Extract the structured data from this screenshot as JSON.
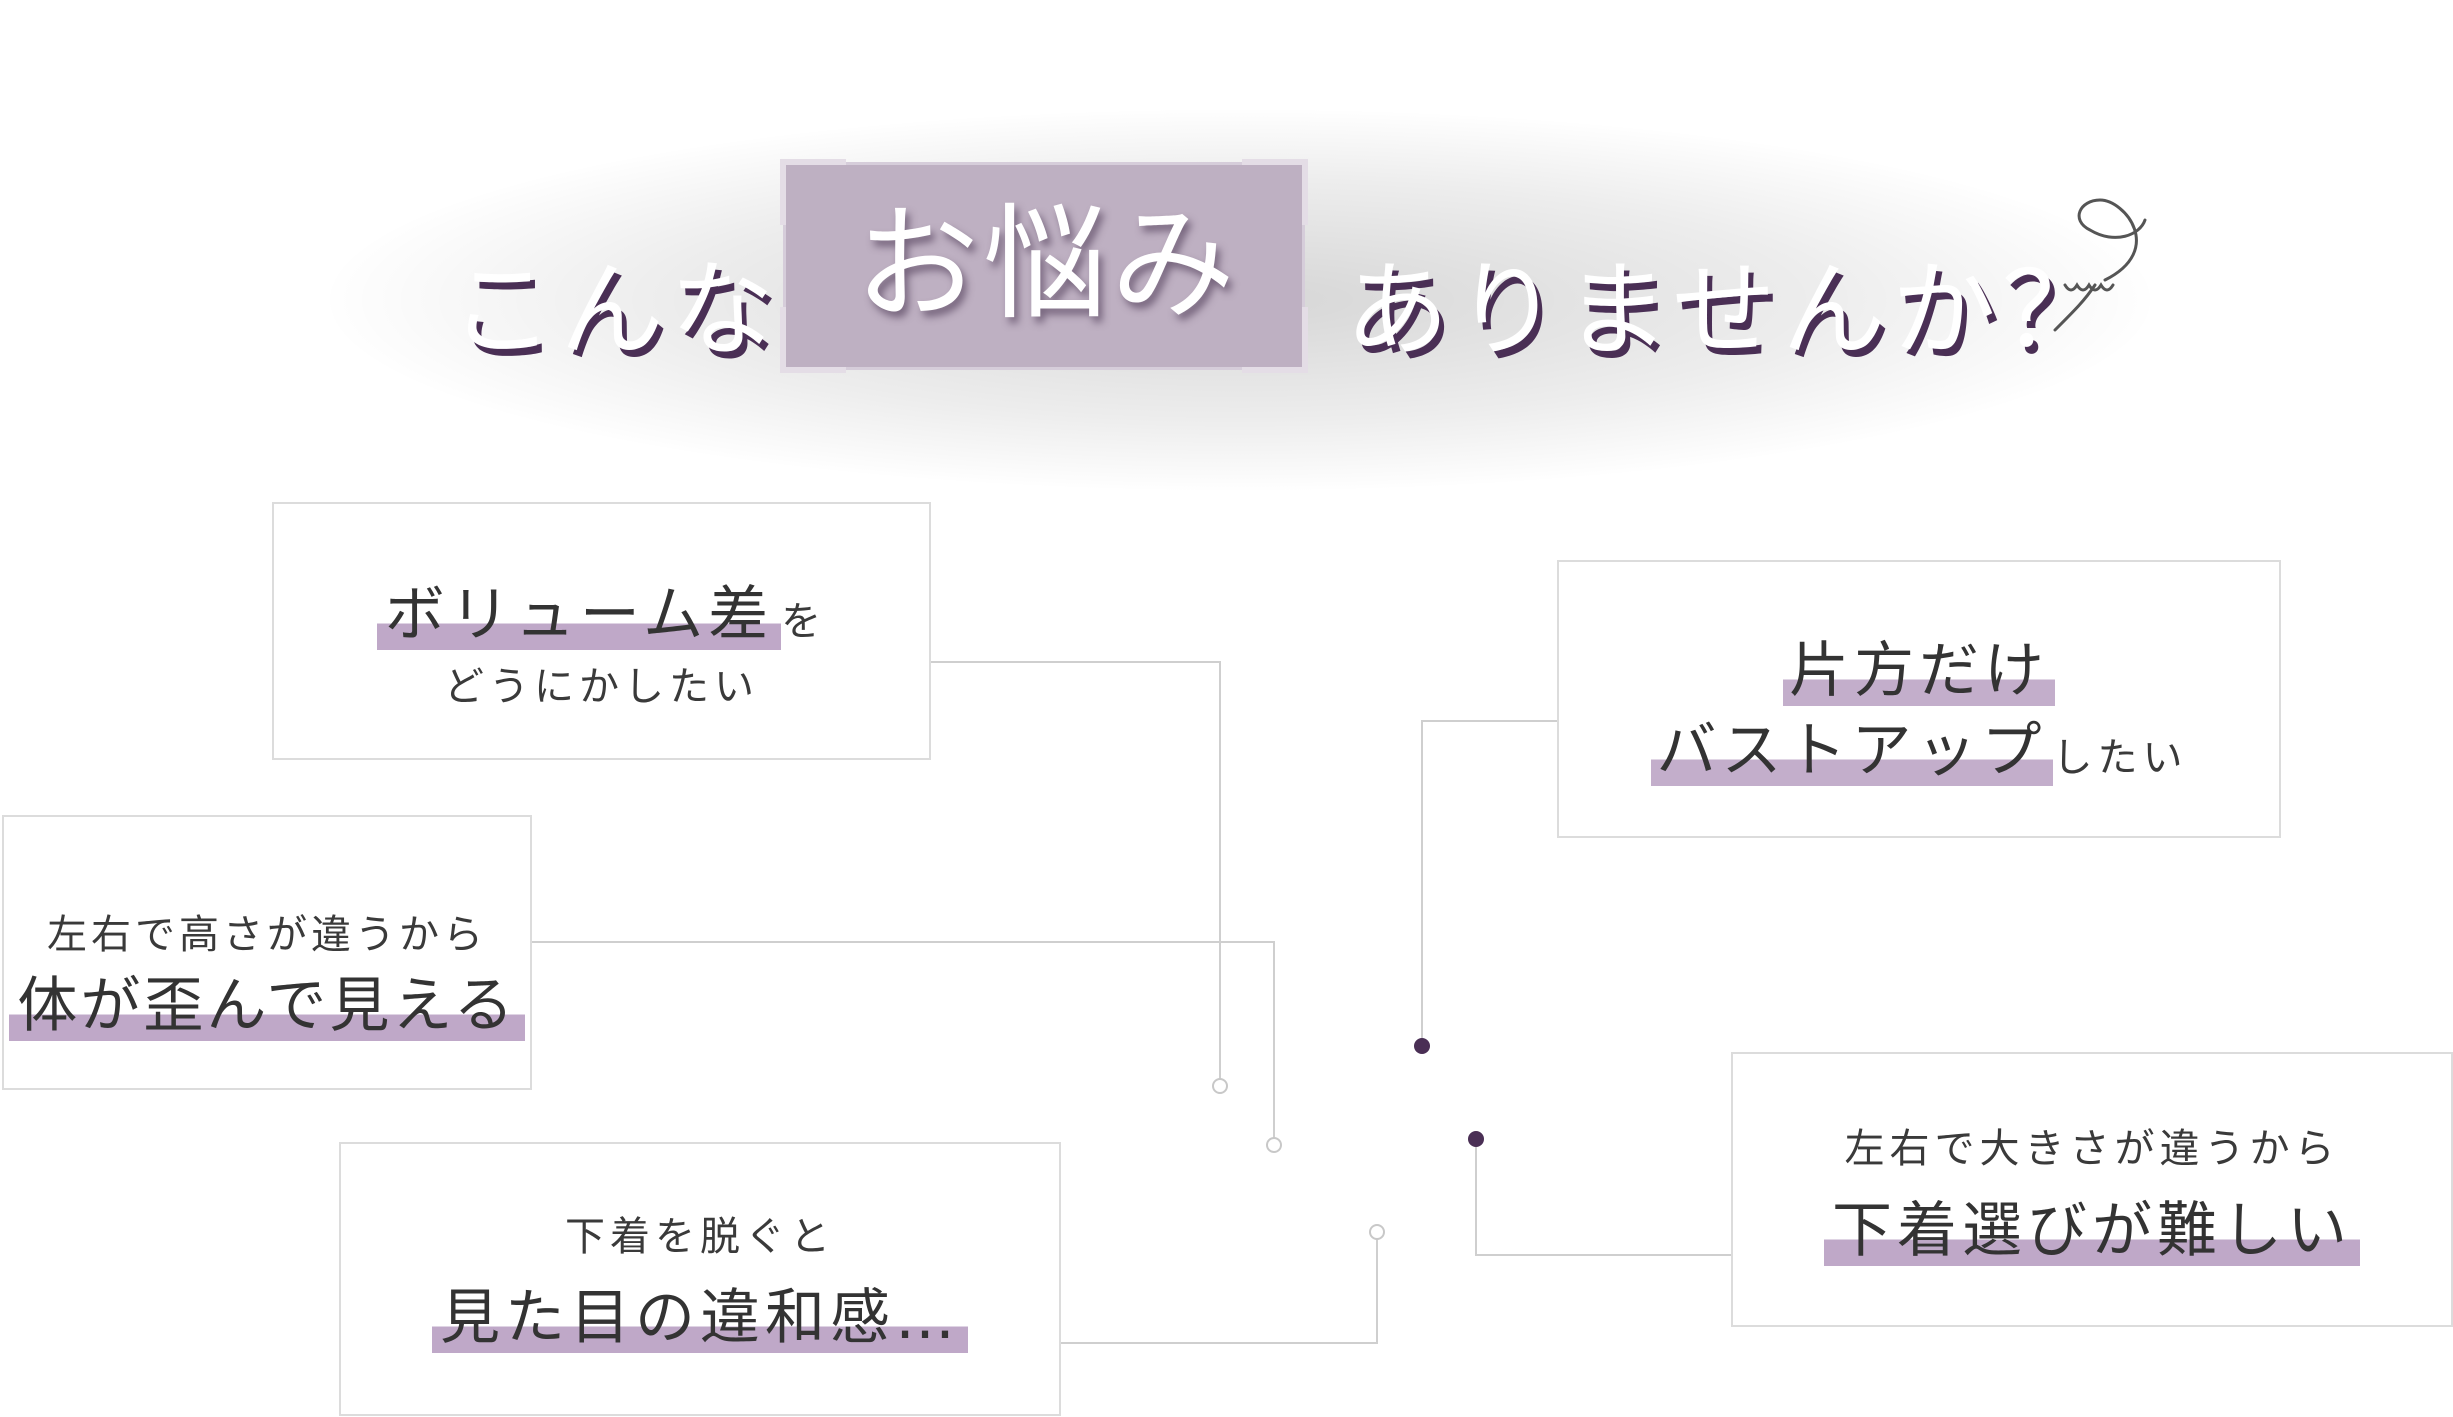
{
  "heading": {
    "before": "こんな",
    "keyword": "お悩み",
    "after": "ありませんか？"
  },
  "colors": {
    "accent_purple": "#bfa8c8",
    "dark_purple": "#4a2f55",
    "line_gray": "#cfcfcf"
  },
  "icons": {
    "flourish": "spring-flourish-icon",
    "connector_dot": "connector-dot-icon"
  },
  "cards": {
    "volume": {
      "big": "ボリューム差",
      "tail": "を",
      "small": "どうにかしたい"
    },
    "body": {
      "small": "左右で高さが違うから",
      "big": "体が歪んで見える"
    },
    "undress": {
      "small": "下着を脱ぐと",
      "big": "見た目の違和感…"
    },
    "oneside": {
      "big1": "片方だけ",
      "big2": "バストアップ",
      "tail": "したい"
    },
    "size": {
      "small": "左右で大きさが違うから",
      "big": "下着選びが難しい"
    }
  }
}
